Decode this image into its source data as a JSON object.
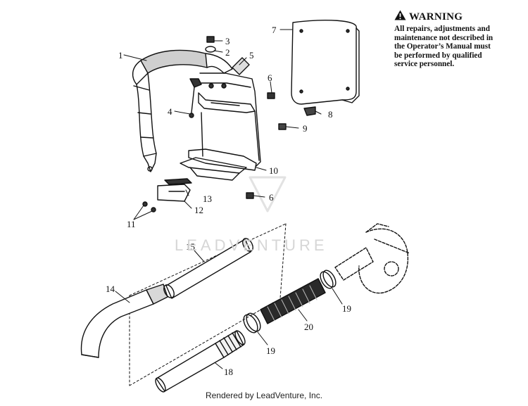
{
  "warning": {
    "title": "WARNING",
    "body": "All repairs, adjustments and maintenance not described in the Operator’s Manual must be performed by qualified service personnel."
  },
  "callouts": [
    "1",
    "2",
    "3",
    "4",
    "5",
    "6",
    "6",
    "7",
    "8",
    "9",
    "10",
    "11",
    "12",
    "13",
    "14",
    "15",
    "18",
    "19",
    "19",
    "20"
  ],
  "watermark": "LEADVENTURE",
  "footer": "Rendered by LeadVenture, Inc."
}
